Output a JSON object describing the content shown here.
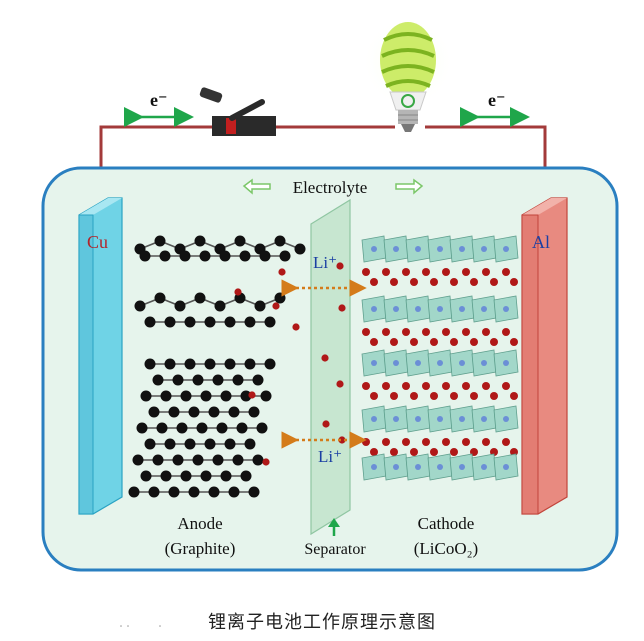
{
  "labels": {
    "electron_left": "e⁻",
    "electron_right": "e⁻",
    "electrolyte": "Electrolyte",
    "cu": "Cu",
    "al": "Al",
    "li_top": "Li⁺",
    "li_bottom": "Li⁺",
    "anode": "Anode",
    "anode_sub": "(Graphite)",
    "separator": "Separator",
    "cathode": "Cathode",
    "cathode_sub": "(LiCoO₂)"
  },
  "caption": "锂离子电池工作原理示意图",
  "colors": {
    "wire": "#a33a3a",
    "case_border": "#2a7fc0",
    "case_fill": "#e6f4ec",
    "cu_electrode": "#6fd3e6",
    "al_electrode": "#e88a80",
    "separator": "#c6e6cf",
    "arrow_green": "#1fa64a",
    "arrow_orange": "#d47b1a",
    "li_ion": "#b01818",
    "graphite": "#111111",
    "cathode_poly": "#9fd6c8",
    "cobalt": "#6b8fd6"
  }
}
